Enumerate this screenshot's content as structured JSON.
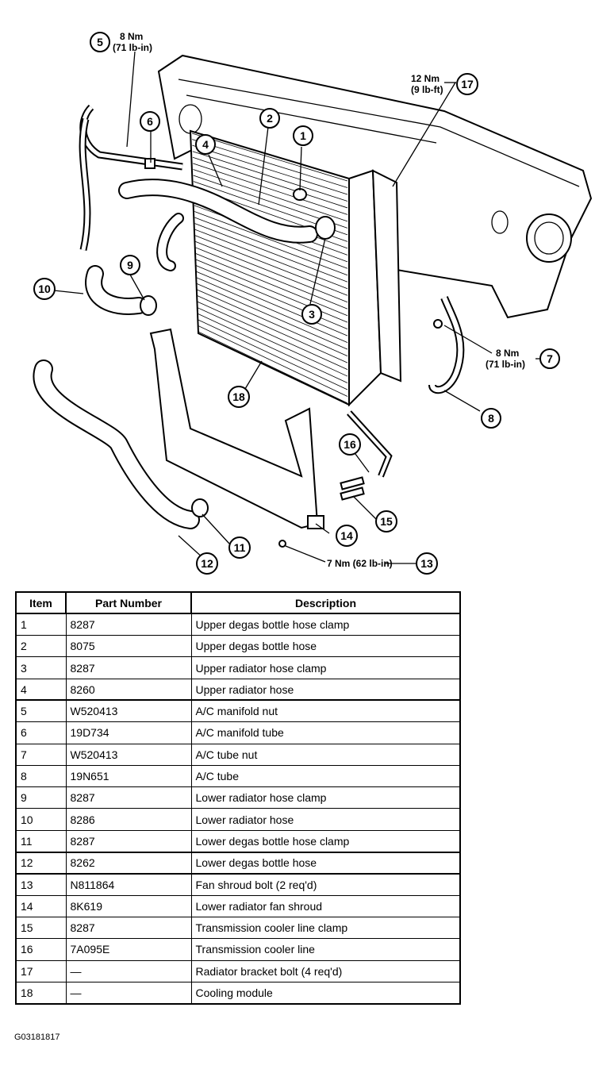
{
  "callouts": [
    {
      "num": "1"
    },
    {
      "num": "2"
    },
    {
      "num": "3"
    },
    {
      "num": "4"
    },
    {
      "num": "5"
    },
    {
      "num": "6"
    },
    {
      "num": "7"
    },
    {
      "num": "8"
    },
    {
      "num": "9"
    },
    {
      "num": "10"
    },
    {
      "num": "11"
    },
    {
      "num": "12"
    },
    {
      "num": "13"
    },
    {
      "num": "14"
    },
    {
      "num": "15"
    },
    {
      "num": "16"
    },
    {
      "num": "17"
    },
    {
      "num": "18"
    }
  ],
  "torques": {
    "t5_nm": "8 Nm",
    "t5_lb": "(71 lb-in)",
    "t17_nm": "12 Nm",
    "t17_lb": "(9 lb-ft)",
    "t7_nm": "8 Nm",
    "t7_lb": "(71 lb-in)",
    "t13": "7 Nm (62 lb-in)"
  },
  "table": {
    "headers": [
      "Item",
      "Part Number",
      "Description"
    ],
    "rows": [
      [
        "1",
        "8287",
        "Upper degas bottle hose clamp"
      ],
      [
        "2",
        "8075",
        "Upper degas bottle hose"
      ],
      [
        "3",
        "8287",
        "Upper radiator hose clamp"
      ],
      [
        "4",
        "8260",
        "Upper radiator hose"
      ],
      [
        "5",
        "W520413",
        "A/C manifold nut"
      ],
      [
        "6",
        "19D734",
        "A/C manifold tube"
      ],
      [
        "7",
        "W520413",
        "A/C tube nut"
      ],
      [
        "8",
        "19N651",
        "A/C tube"
      ],
      [
        "9",
        "8287",
        "Lower radiator hose clamp"
      ],
      [
        "10",
        "8286",
        "Lower radiator hose"
      ],
      [
        "11",
        "8287",
        "Lower degas bottle hose clamp"
      ],
      [
        "12",
        "8262",
        "Lower degas bottle hose"
      ],
      [
        "13",
        "N811864",
        "Fan shroud bolt (2 req'd)"
      ],
      [
        "14",
        "8K619",
        "Lower radiator fan shroud"
      ],
      [
        "15",
        "8287",
        "Transmission cooler line clamp"
      ],
      [
        "16",
        "7A095E",
        "Transmission cooler line"
      ],
      [
        "17",
        "—",
        "Radiator bracket bolt (4 req'd)"
      ],
      [
        "18",
        "—",
        "Cooling module"
      ]
    ]
  },
  "figure_id": "G03181817"
}
